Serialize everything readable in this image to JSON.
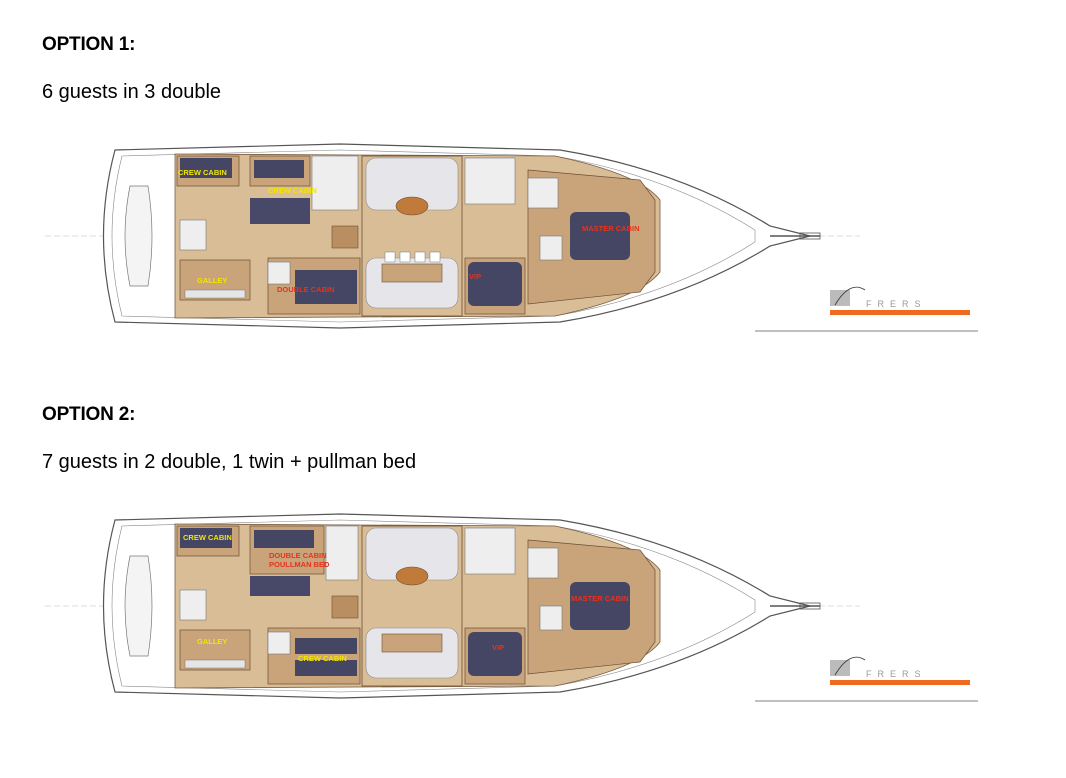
{
  "colors": {
    "wood": "#c9a37a",
    "wood_dark": "#a9805a",
    "deck_wood": "#d9bd97",
    "bed": "#2e3560",
    "sofa": "#e6e6ea",
    "crew_label": "#f2e600",
    "guest_label": "#e8331c",
    "logo_bar": "#ee6a1e",
    "hull_line": "#555555"
  },
  "option1": {
    "heading": "OPTION 1:",
    "subtitle": "6 guests in 3 double",
    "labels": {
      "crew_cabin_a": "CREW CABIN",
      "crew_cabin_b": "CREW CABIN",
      "galley": "GALLEY",
      "double_cabin": "DOUBLE CABIN",
      "vip": "VIP",
      "master_cabin": "MASTER CABIN"
    },
    "logo": "FRERS"
  },
  "option2": {
    "heading": "OPTION 2:",
    "subtitle": "7 guests in 2 double, 1 twin + pullman bed",
    "labels": {
      "crew_cabin_a": "CREW CABIN",
      "double_cabin_line1": "DOUBLE CABIN",
      "double_cabin_line2": "POULLMAN BED",
      "galley": "GALLEY",
      "crew_cabin_b": "CREW CABIN",
      "vip": "VIP",
      "master_cabin": "MASTER CABIN"
    },
    "logo": "FRERS"
  }
}
